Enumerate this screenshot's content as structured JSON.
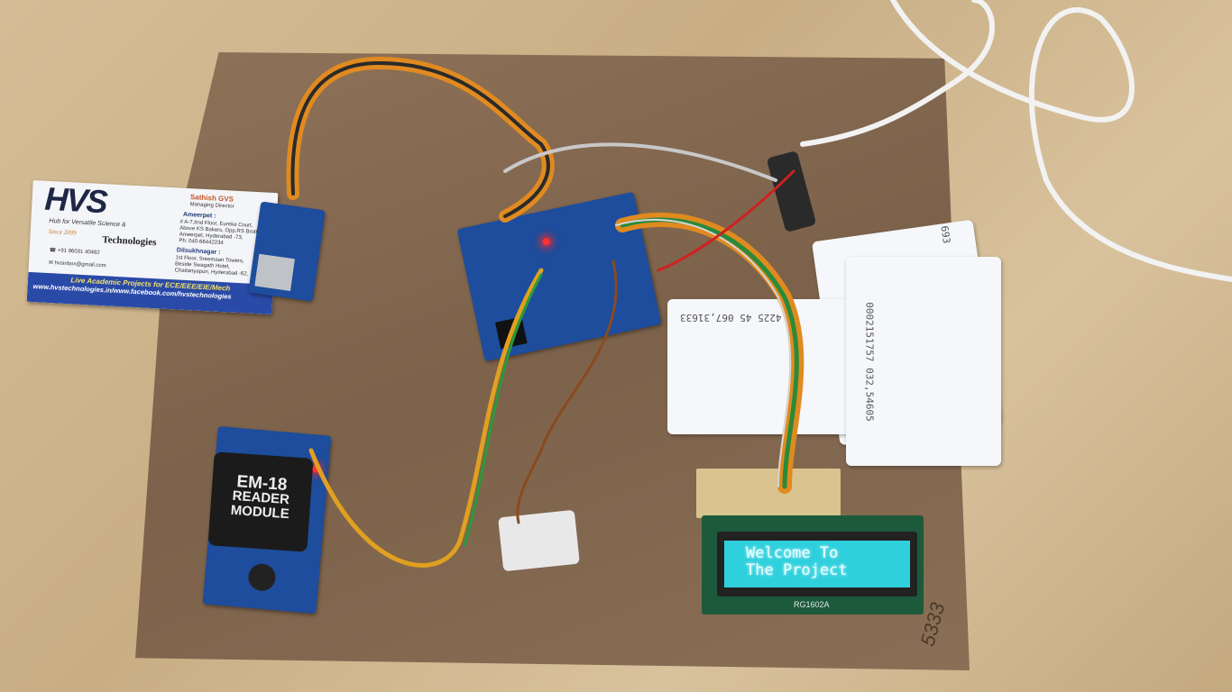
{
  "business_card": {
    "logo": "HVS",
    "tagline": "Hub for Versatile Science &",
    "since": "Since 2009",
    "technologies": "Technologies",
    "name": "Sathish GVS",
    "title": "Managing Director",
    "branch1": {
      "label": "Ameerpet :",
      "lines": [
        "# A-7,IInd Floor, Eureka Court,",
        "Above KS Bakers, Opp.RS Brothers,",
        "Ameerpet, Hyderabad -73,",
        "Ph: 040-66442234"
      ]
    },
    "branch2": {
      "label": "Dilsukhnagar :",
      "lines": [
        "1st Floor, Sreemaan Towers,",
        "Beside Swagath Hotel,",
        "Chaitanyapuri, Hyderabad -62,"
      ]
    },
    "phone": "+91 96031 40482",
    "email": "hvsinbox@gmail.com",
    "banner_line1": "Live Academic Projects for ECE/EEE/EIE/Mech",
    "banner_line2": "www.hvstechnologies.in/www.facebook.com/hvstechnologies"
  },
  "em18": {
    "line1": "EM-18",
    "line2": "READER",
    "line3": "MODULE"
  },
  "rfid_cards": [
    "4225 45 067,31633",
    "0002151757 032,54605",
    "693"
  ],
  "lcd": {
    "line1": "Welcome To",
    "line2": "The Project",
    "model": "RG1602A"
  },
  "board_marking": "5333"
}
